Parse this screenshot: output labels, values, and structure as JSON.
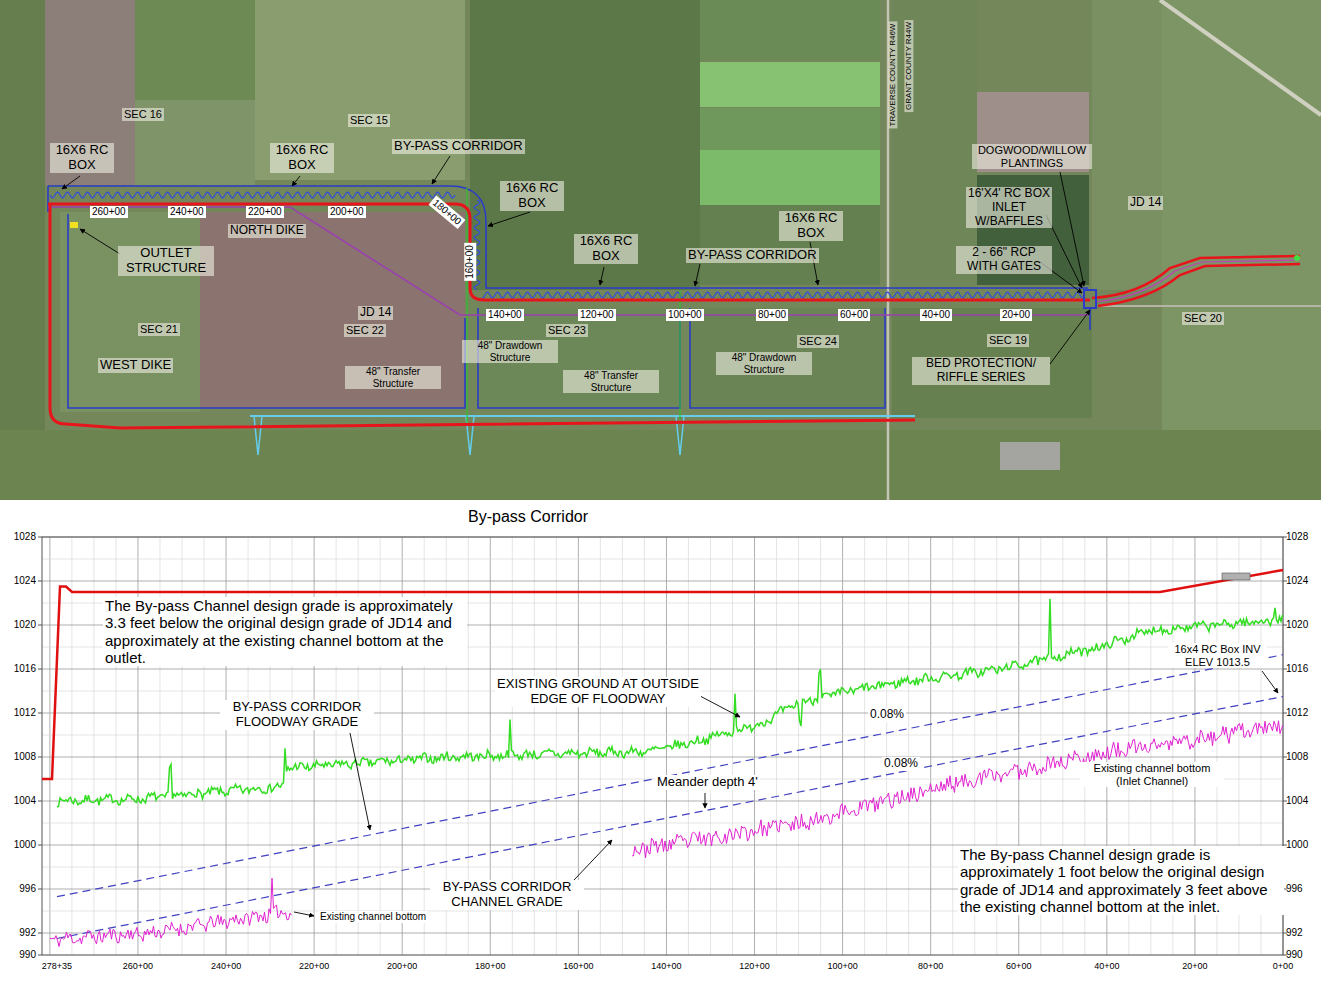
{
  "diagram": {
    "title": "By-pass Corridor",
    "labels": [
      "SEC 16",
      "SEC 15",
      "16X6 RC BOX",
      "16X6 RC BOX",
      "BY-PASS CORRIDOR",
      "16X6 RC BOX",
      "16X6 RC BOX",
      "BY-PASS CORRIDOR",
      "16X6 RC BOX",
      "TRAVERSE COUNTY R46W",
      "GRANT COUNTY R44W",
      "DOGWOOD/WILLOW PLANTINGS",
      "16'X4' RC BOX INLET W/BAFFLES",
      "2 - 66\" RCP WITH GATES",
      "JD 14",
      "SEC 20",
      "SEC 19",
      "BED PROTECTION/ RIFFLE SERIES",
      "SEC 24",
      "48\" Drawdown Structure",
      "48\" Transfer Structure",
      "48\" Drawdown Structure",
      "SEC 23",
      "JD 14",
      "SEC 22",
      "48\" Transfer Structure",
      "NORTH DIKE",
      "OUTLET STRUCTURE",
      "SEC 21",
      "WEST DIKE",
      "260+00",
      "240+00",
      "220+00",
      "200+00",
      "180+00",
      "160+00",
      "140+00",
      "120+00",
      "100+00",
      "80+00",
      "60+00",
      "40+00",
      "20+00",
      "1028",
      "1024",
      "1020",
      "1016",
      "1012",
      "1008",
      "1004",
      "1000",
      "996",
      "992",
      "990",
      "1028",
      "1024",
      "1020",
      "1016",
      "1012",
      "1008",
      "1004",
      "1000",
      "996",
      "992",
      "990",
      "278+35",
      "260+00",
      "240+00",
      "220+00",
      "200+00",
      "180+00",
      "160+00",
      "140+00",
      "120+00",
      "100+00",
      "80+00",
      "60+00",
      "40+00",
      "20+00",
      "0+00",
      "The By-pass Channel design grade is approximately 3.3 feet below the original design grade of JD14 and approximately at the existing channel bottom at the outlet.",
      "EXISTING GROUND AT OUTSIDE EDGE OF FLOODWAY",
      "BY-PASS CORRIDOR FLOODWAY GRADE",
      "0.08%",
      "0.08%",
      "Meander depth 4'",
      "16x4 RC Box INV ELEV 1013.5",
      "Existing channel bottom (Inlet Channel)",
      "Existing channel bottom",
      "BY-PASS CORRIDOR CHANNEL GRADE",
      "The By-pass Channel design grade is approximately 1 foot below the original design grade of JD14 and approximately 3 feet above the existing channel bottom at the inlet."
    ]
  }
}
